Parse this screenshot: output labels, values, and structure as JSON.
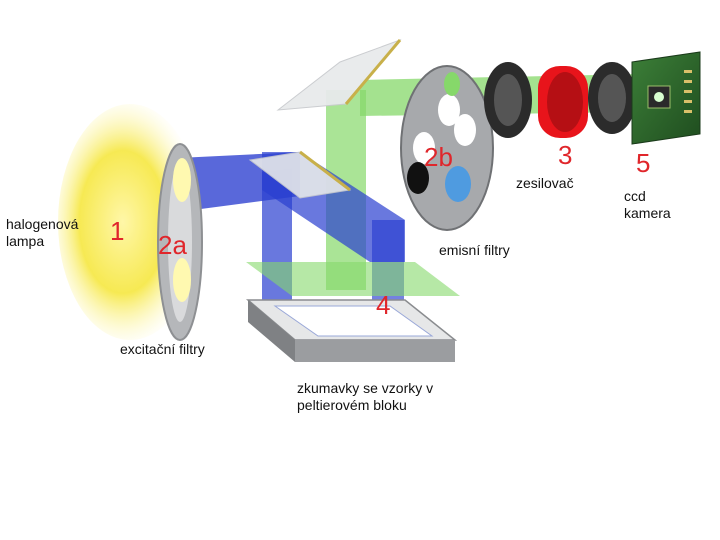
{
  "colors": {
    "number": "#e0262b",
    "excitation_beam": "#2a3ed0",
    "emission_beam": "#86d86a",
    "lamp_glow": "#f7e84c",
    "filter_wheel": "#a7a9ac",
    "lens_red": "#e8141b",
    "lens_dark": "#2b2b2b",
    "camera_board": "#2e6a2c",
    "filter_blue": "#4f9be0",
    "filter_black": "#111111"
  },
  "numbers": {
    "lamp": "1",
    "excitation_filter": "2a",
    "emission_filter": "2b",
    "amplifier": "3",
    "sample": "4",
    "camera": "5"
  },
  "labels": {
    "lamp": [
      "halogenová",
      "lampa"
    ],
    "excitation_filters": "excitační filtry",
    "emission_filters": "emisní filtry",
    "amplifier": "zesilovač",
    "camera": [
      "ccd",
      "kamera"
    ],
    "samples": [
      "zkumavky se vzorky v",
      "peltierovém bloku"
    ]
  }
}
